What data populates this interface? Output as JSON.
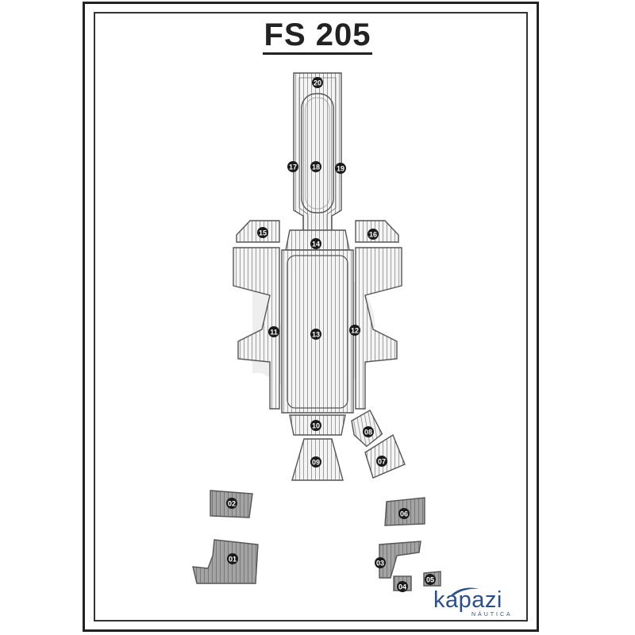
{
  "title": "FS 205",
  "brand": {
    "name": "kapazi",
    "subtitle": "NÁUTICA",
    "color": "#2a4f8f"
  },
  "pieces": [
    {
      "id": "01"
    },
    {
      "id": "02"
    },
    {
      "id": "03"
    },
    {
      "id": "04"
    },
    {
      "id": "05"
    },
    {
      "id": "06"
    },
    {
      "id": "07"
    },
    {
      "id": "08"
    },
    {
      "id": "09"
    },
    {
      "id": "10"
    },
    {
      "id": "11"
    },
    {
      "id": "12"
    },
    {
      "id": "13"
    },
    {
      "id": "14"
    },
    {
      "id": "15"
    },
    {
      "id": "16"
    },
    {
      "id": "17"
    },
    {
      "id": "18"
    },
    {
      "id": "19"
    },
    {
      "id": "20"
    }
  ],
  "colors": {
    "deck_light": "#f2f2f2",
    "deck_grey": "#9a9a9a",
    "stroke": "#555555",
    "marker": "#1a1a1a"
  }
}
